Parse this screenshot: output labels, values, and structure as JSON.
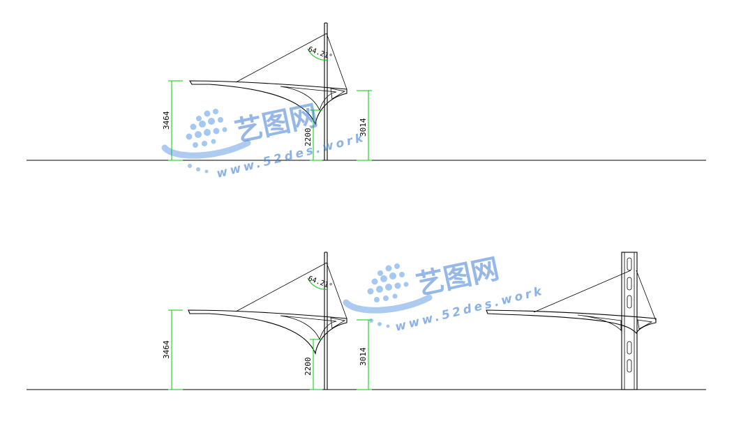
{
  "views": [
    {
      "name": "upper-elevation",
      "angle_label": "64.21°",
      "dimensions": [
        "3464",
        "2200",
        "3014"
      ]
    },
    {
      "name": "lower-elevation",
      "angle_label": "64.21°",
      "dimensions": [
        "3464",
        "2200",
        "3014"
      ]
    }
  ],
  "watermark": {
    "chinese": "艺图网",
    "url": "www.52des.work"
  },
  "colors": {
    "dimension": "#00cc00",
    "line": "#000000",
    "watermark": "#3f7fd6"
  }
}
